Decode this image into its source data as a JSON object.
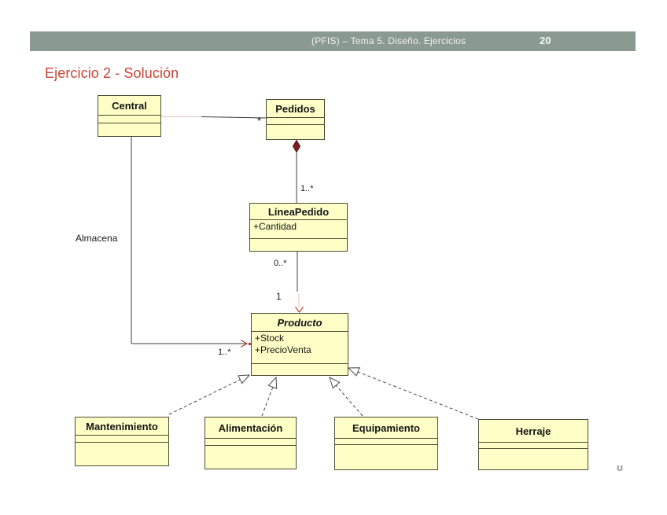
{
  "header": {
    "bar_title": "(PFIS) – Tema 5. Diseño. Ejercicios",
    "page_number": "20"
  },
  "slide": {
    "title": "Ejercicio 2 - Solución",
    "logo_glyph": "ʊ"
  },
  "colors": {
    "header_bar": "#8b9a90",
    "title_red": "#cb4335",
    "class_fill": "#feffc6",
    "class_border": "#4b4b33",
    "composition_diamond": "#7b1f1f",
    "red_arrow": "#c2392b"
  },
  "diagram": {
    "classes": [
      {
        "name": "Central",
        "attributes": []
      },
      {
        "name": "Pedidos",
        "attributes": []
      },
      {
        "name": "LíneaPedido",
        "attributes": [
          "+Cantidad"
        ]
      },
      {
        "name": "Producto",
        "abstract": true,
        "attributes": [
          "+Stock",
          "+PrecioVenta"
        ]
      },
      {
        "name": "Mantenimiento",
        "attributes": []
      },
      {
        "name": "Alimentación",
        "attributes": []
      },
      {
        "name": "Equipamiento",
        "attributes": []
      },
      {
        "name": "Herraje",
        "attributes": []
      }
    ],
    "labels": {
      "pedidos_multiplicity": "*",
      "composition_multiplicity": "1..*",
      "linea_lower_multiplicity": "0..*",
      "producto_upper_multiplicity": "1",
      "association_name": "Almacena",
      "almacena_multiplicity": "1..*"
    },
    "relations": [
      "Central — Pedidos (association, *)",
      "Pedidos ◆— LíneaPedido (composition, 1..*)",
      "LíneaPedido — Producto (association, 0..* / 1)",
      "Central — Producto (Almacena, 1..*)",
      "Mantenimiento --|> Producto",
      "Alimentación --|> Producto",
      "Equipamiento --|> Producto",
      "Herraje --|> Producto"
    ]
  }
}
